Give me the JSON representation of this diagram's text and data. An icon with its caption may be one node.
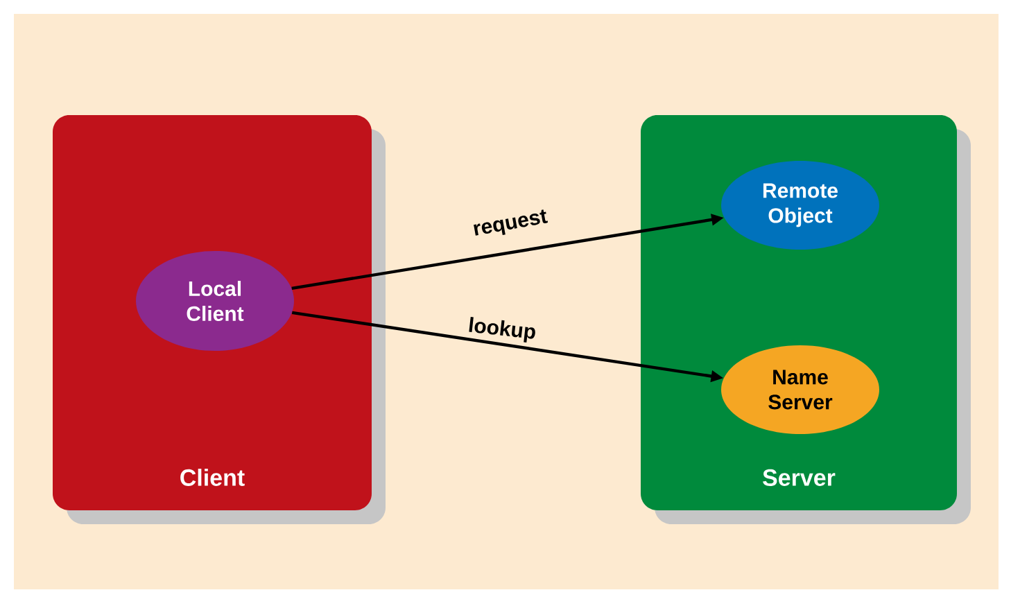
{
  "diagram": {
    "nodes": [
      {
        "text": [
          "Client"
        ]
      },
      {
        "text": [
          "Server"
        ]
      },
      {
        "text": [
          "Local Client"
        ],
        "in": 0
      },
      {
        "text": [
          "Remote Object"
        ],
        "in": 1
      },
      {
        "text": [
          "Name Server"
        ],
        "in": 1
      }
    ],
    "edges": [
      {
        "from": 2,
        "to": 3,
        "arrow": "to",
        "label": "request"
      },
      {
        "from": 2,
        "to": 4,
        "arrow": "to",
        "label": "lookup"
      }
    ]
  }
}
